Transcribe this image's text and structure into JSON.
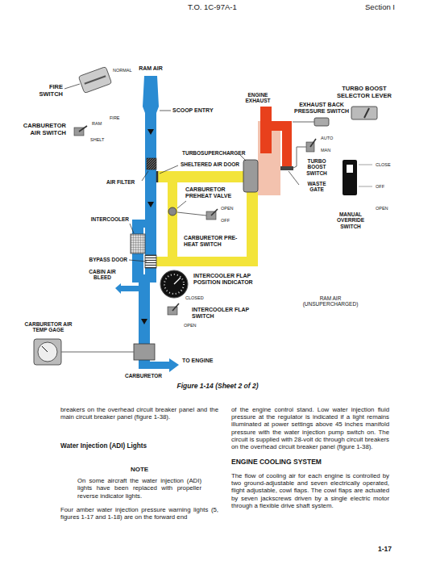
{
  "diagram": {
    "caption": "Figure 1-14 (Sheet 2 of 2)",
    "labels": [
      "T.O. 1C-97A-1",
      "Section I",
      "NORMAL",
      "RAM AIR",
      "FIRE SWITCH",
      "FIRE",
      "SCOOP ENTRY",
      "CARBURETOR AIR SWITCH",
      "RAM",
      "SHELT",
      "ENGINE EXHAUST",
      "EXHAUST BACK PRESSURE SWITCH",
      "TURBO BOOST SELECTOR LEVER",
      "AUTO",
      "MAN",
      "TURBOSUPERCHARGER",
      "SHELTERED AIR DOOR",
      "TURBO BOOST SWITCH",
      "CLOSE",
      "AIR FILTER",
      "WASTE GATE",
      "OFF",
      "CARBURETOR PREHEAT VALVE",
      "OPEN",
      "OPEN",
      "OFF",
      "MANUAL OVERRIDE SWITCH",
      "INTERCOOLER",
      "CARBURETOR PRE-HEAT SWITCH",
      "BYPASS DOOR",
      "CABIN AIR BLEED",
      "INTERCOOLER FLAP POSITION INDICATOR",
      "RAM AIR (UNSUPERCHARGED)",
      "CLOSED",
      "INTERCOOLER FLAP SWITCH",
      "OPEN",
      "CARBURETOR AIR TEMP GAGE",
      "TO ENGINE",
      "CARBURETOR",
      "breakers on the overhead circuit breaker panel and the main circuit breaker panel (figure 1-38).",
      "Water Injection (ADI) Lights",
      "NOTE",
      "On some aircraft the water injection (ADI) lights have been replaced with propeller reverse indicator lights.",
      "Four amber water injection pressure warning lights (5, figures 1-17 and 1-18) are on the forward end",
      "of the engine control stand. Low water injection fluid pressure at the regulator is indicated if a light remains illuminated at power settings above 45 inches manifold pressure with the water injection pump switch on. The circuit is supplied with 28-volt dc through circuit breakers on the overhead circuit breaker panel (figure 1-38).",
      "ENGINE COOLING SYSTEM",
      "The flow of cooling air for each engine is controlled by two ground-adjustable and seven electrically operated, flight adjustable, cowl flaps. The cowl flaps are actuated by seven jackscrews driven by a single electric motor through a flexible drive shaft system.",
      "1-17"
    ]
  }
}
